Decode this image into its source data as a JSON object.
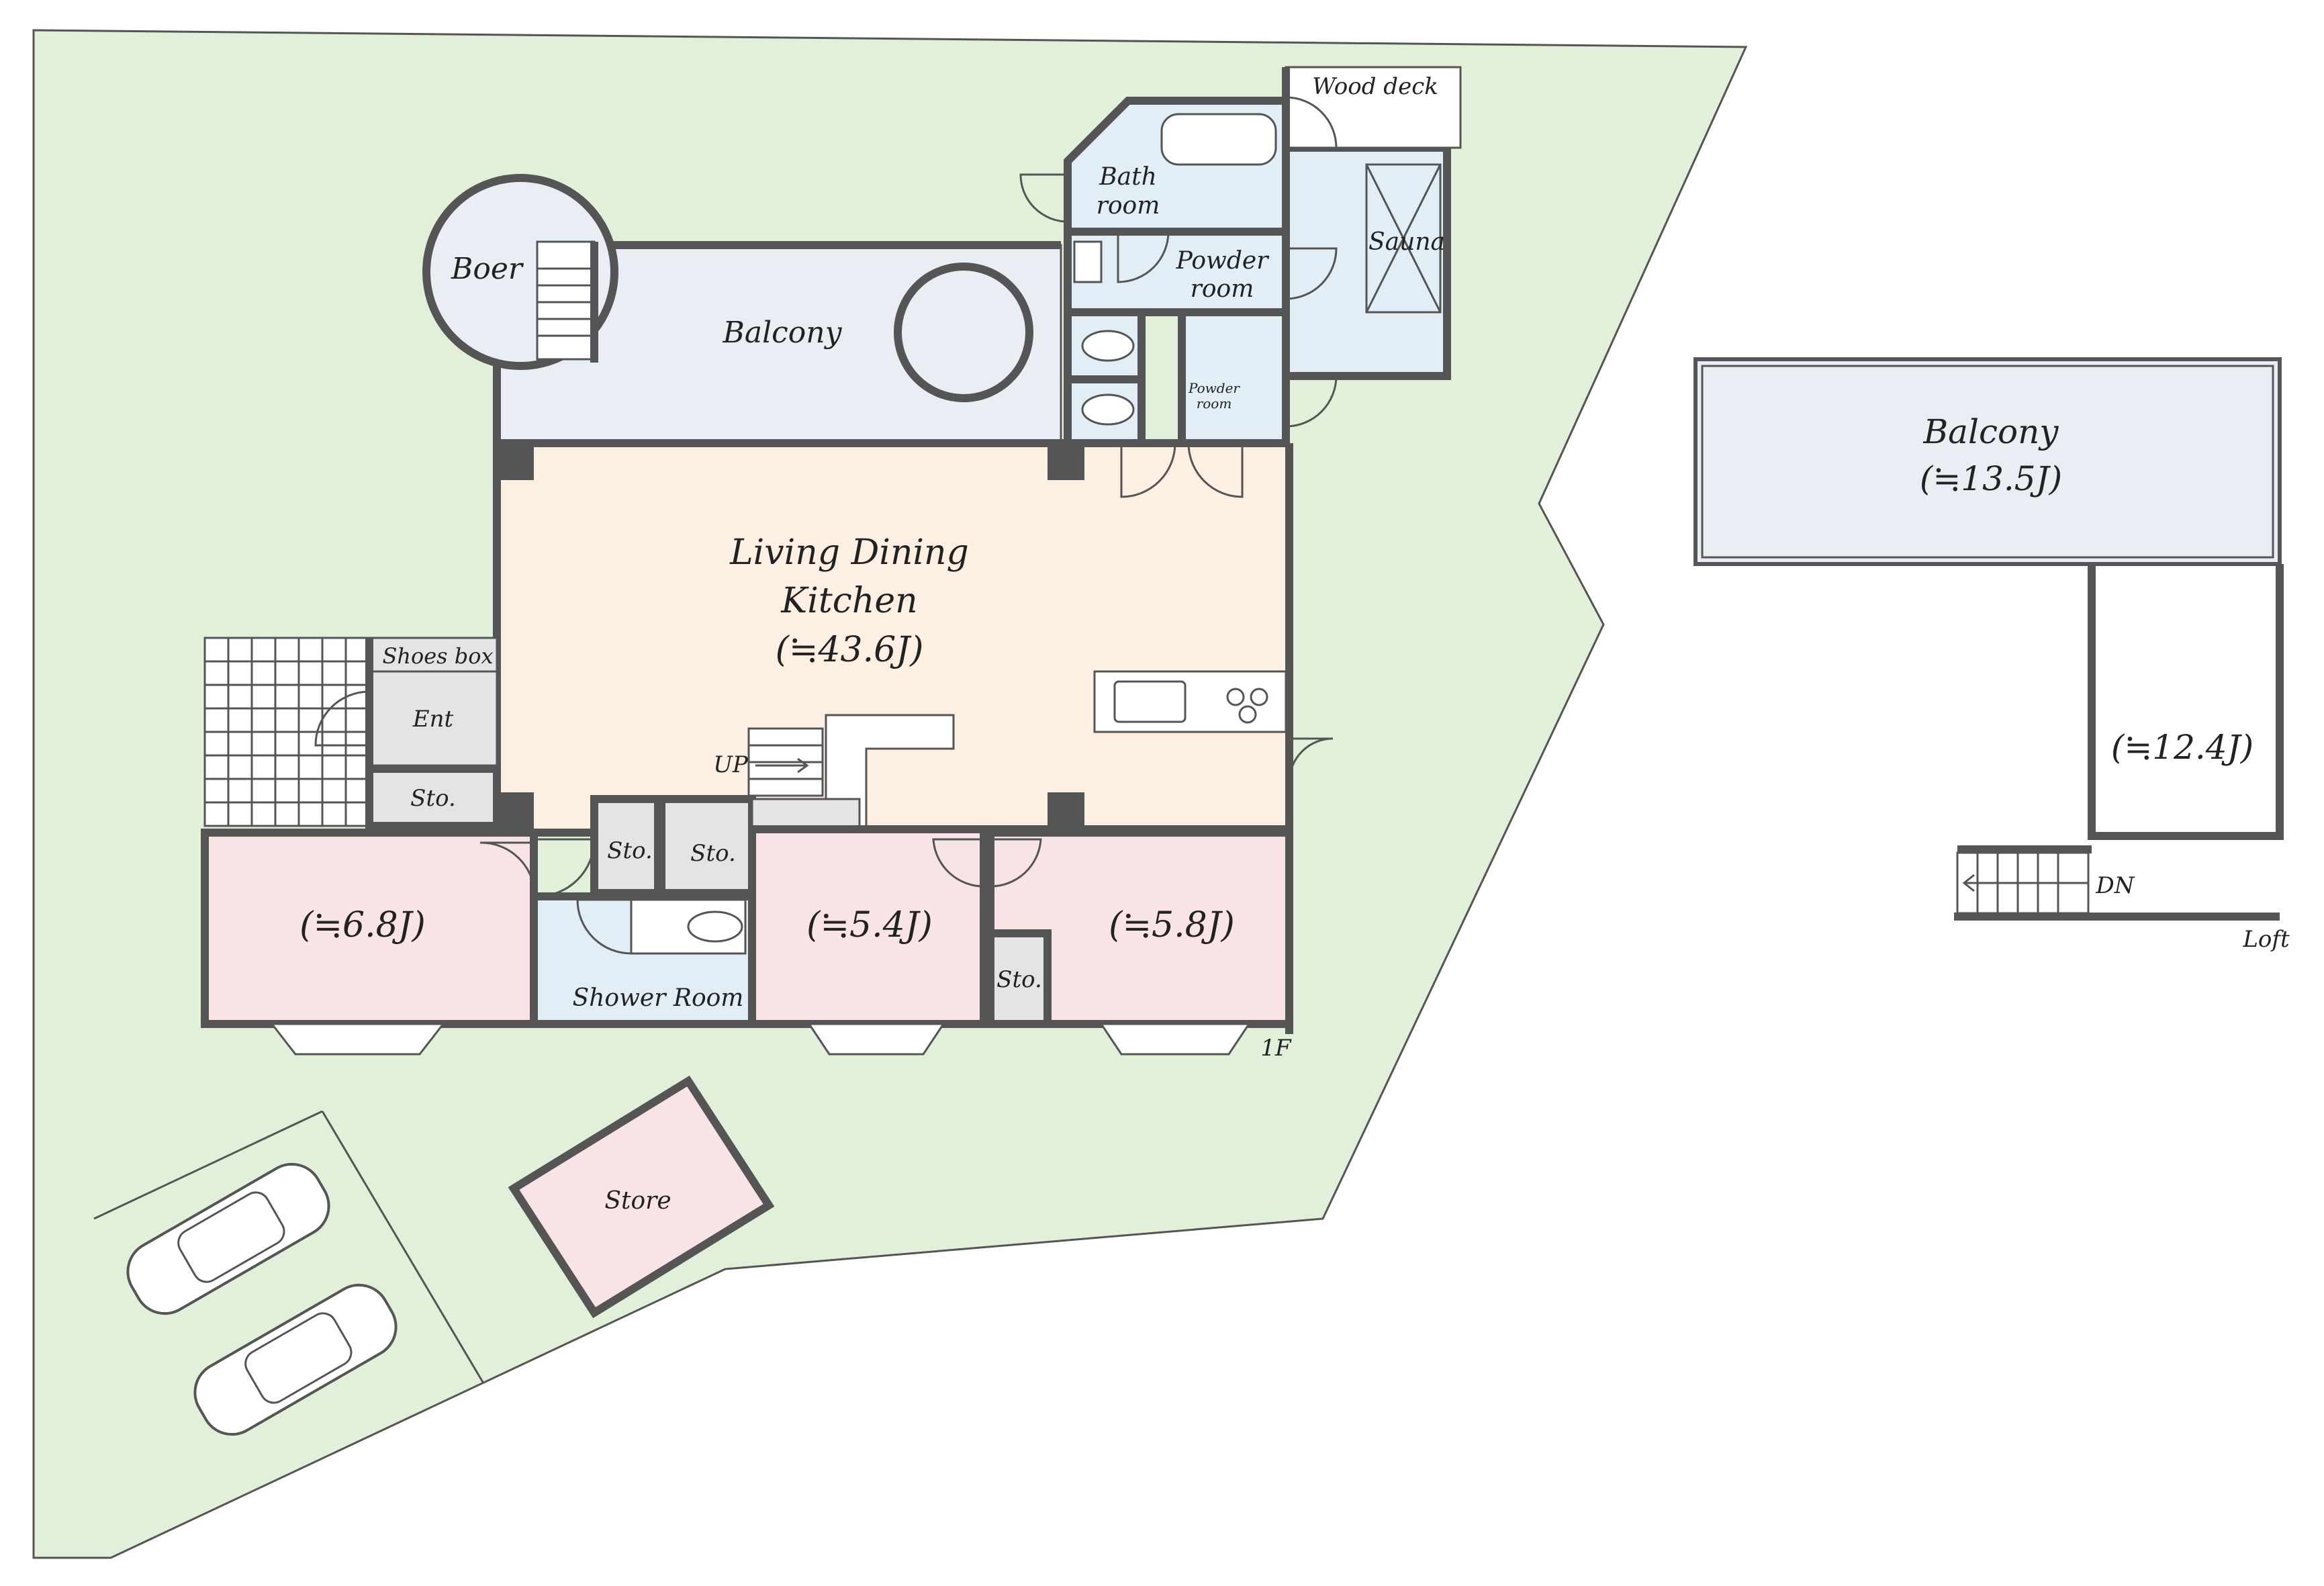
{
  "colors": {
    "lot": "#e2efd9",
    "ldk": "#fdf0e2",
    "bedroom": "#f8e4e4",
    "wet": "#e1eef5",
    "balcony": "#e9eef4",
    "storage": "#e4e4e4",
    "wall": "#555555"
  },
  "floor1": {
    "floor_label": "1F",
    "rooms": {
      "boer": "Boer",
      "balcony": "Balcony",
      "wood_deck": "Wood deck",
      "bath_line1": "Bath",
      "bath_line2": "room",
      "sauna": "Sauna",
      "powder1_line1": "Powder",
      "powder1_line2": "room",
      "powder2_line1": "Powder",
      "powder2_line2": "room",
      "ldk_line1": "Living Dining",
      "ldk_line2": "Kitchen",
      "ldk_size": "(≒43.6J)",
      "shoes_box": "Shoes box",
      "entrance": "Ent",
      "sto_entry": "Sto.",
      "sto_hall1": "Sto.",
      "sto_hall2": "Sto.",
      "sto_bed3": "Sto.",
      "bed1_size": "(≒6.8J)",
      "bed2_size": "(≒5.4J)",
      "bed3_size": "(≒5.8J)",
      "shower_room": "Shower Room",
      "stairs_up": "UP"
    }
  },
  "loft": {
    "balcony": "Balcony",
    "balcony_size": "(≒13.5J)",
    "room_size": "(≒12.4J)",
    "stairs_down": "DN",
    "label": "Loft"
  },
  "outdoor": {
    "store": "Store",
    "car_icon_1": "car-icon",
    "car_icon_2": "car-icon"
  }
}
